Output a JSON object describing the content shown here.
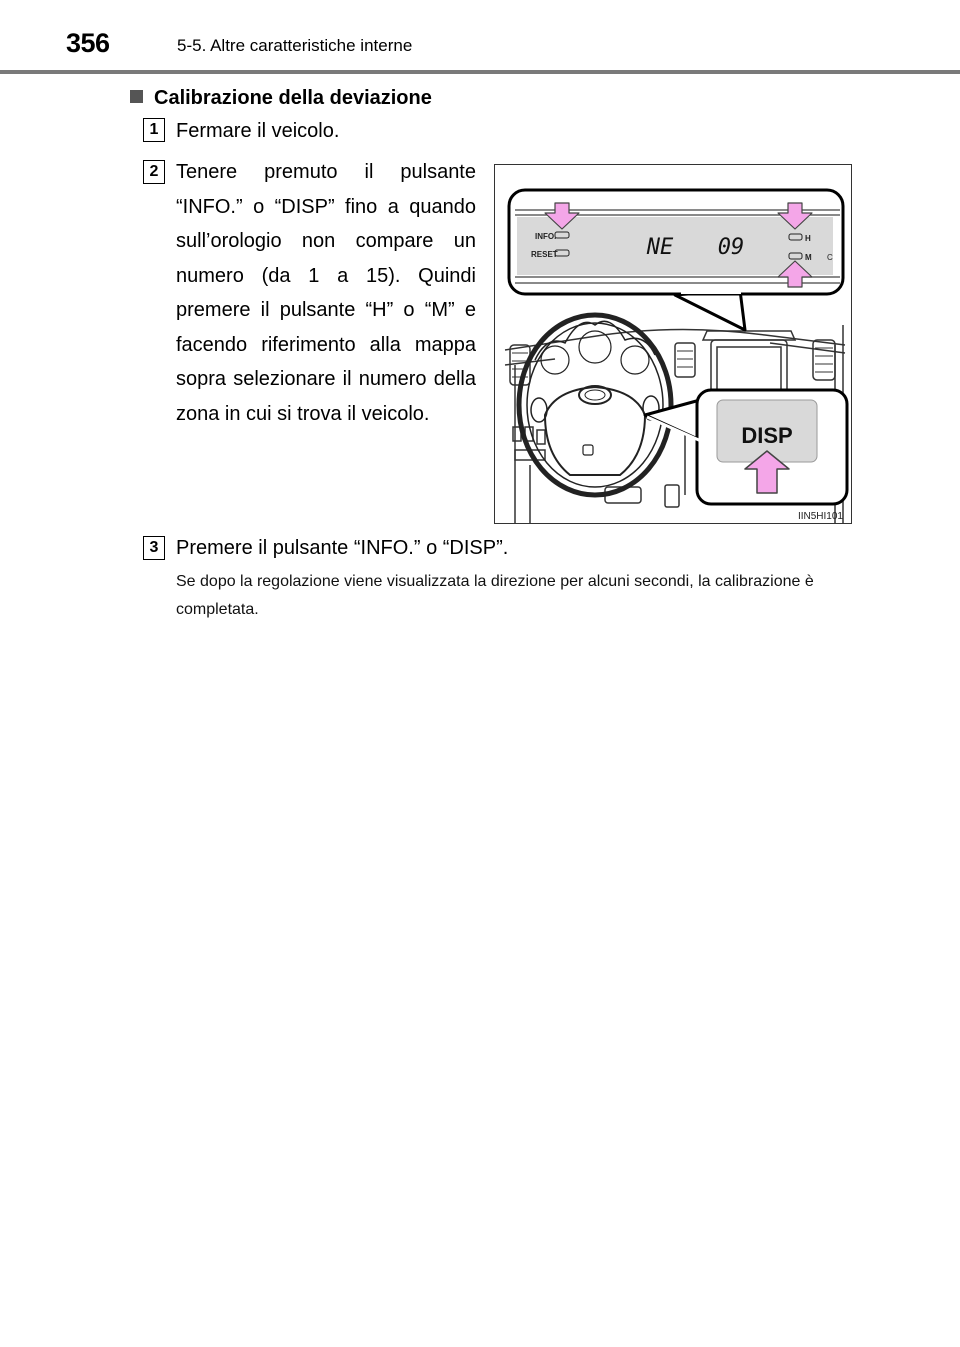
{
  "header": {
    "page_number": "356",
    "chapter": "5-5. Altre caratteristiche interne"
  },
  "section": {
    "title": "Calibrazione della deviazione"
  },
  "steps": [
    {
      "number": "1",
      "text": "Fermare il veicolo."
    },
    {
      "number": "2",
      "text": "Tenere premuto il pulsante “INFO.” o “DISP” fino a quando sull’orologio non compare un numero (da 1 a 15). Quindi premere il pulsante “H” o “M” e facendo riferimento alla mappa sopra selezionare il numero della zona in cui si trova il veicolo."
    },
    {
      "number": "3",
      "text": "Premere il pulsante “INFO.” o “DISP”."
    }
  ],
  "note": "Se dopo la regolazione viene visualizzata la direzione per alcuni secondi, la calibrazione è completata.",
  "figure": {
    "display_direction": "NE",
    "display_zone": "09",
    "label_info": "INFO.",
    "label_reset": "RESET",
    "label_h": "H",
    "label_m": "M",
    "label_c": "C",
    "button_label": "DISP",
    "figure_code": "IIN5HI101",
    "arrow_color": "#f4a6e8"
  }
}
